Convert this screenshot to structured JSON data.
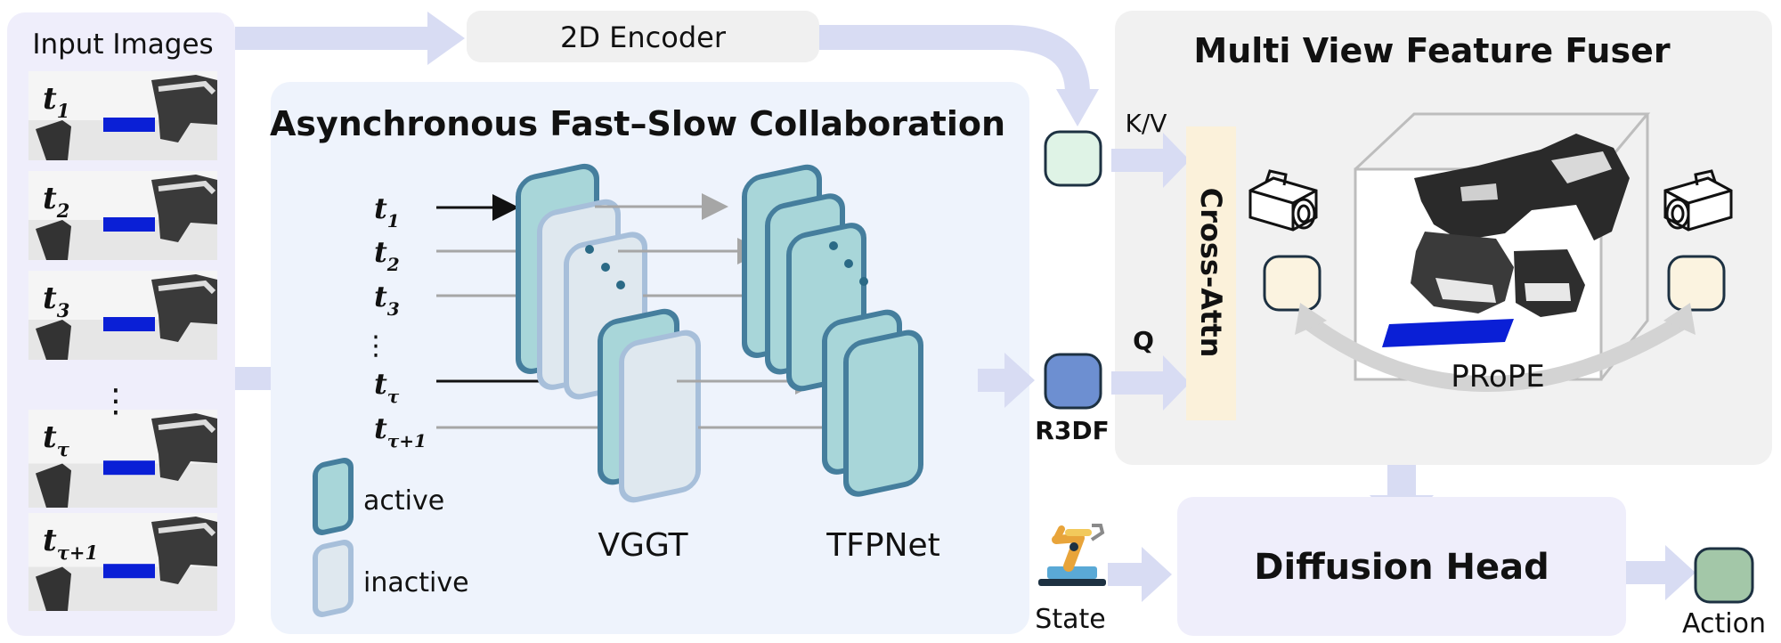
{
  "input_panel": {
    "title": "Input Images",
    "frames": [
      {
        "base": "t",
        "sub": "1"
      },
      {
        "base": "t",
        "sub": "2"
      },
      {
        "base": "t",
        "sub": "3"
      },
      {
        "base": "t",
        "sub": "τ"
      },
      {
        "base": "t",
        "sub": "τ+1"
      }
    ],
    "ellipsis": "⋮"
  },
  "encoder": {
    "label": "2D Encoder"
  },
  "async_panel": {
    "title": "Asynchronous Fast–Slow Collaboration",
    "time_labels": [
      {
        "base": "t",
        "sub": "1"
      },
      {
        "base": "t",
        "sub": "2"
      },
      {
        "base": "t",
        "sub": "3"
      },
      {
        "base": "t",
        "sub": "τ"
      },
      {
        "base": "t",
        "sub": "τ+1"
      }
    ],
    "ellipsis": "⋮",
    "vggt_label": "VGGT",
    "tfpnet_label": "TFPNet",
    "legend": {
      "active": "active",
      "inactive": "inactive"
    }
  },
  "r3df_label": "R3DF",
  "state_label": "State",
  "fuser": {
    "title": "Multi View Feature Fuser",
    "kv_label": "K/V",
    "q_label": "Q",
    "cross_attn": "Cross-Attn",
    "prope": "PRoPE"
  },
  "diffusion_head": "Diffusion Head",
  "action_label": "Action",
  "colors": {
    "panel_lavender": "#efeefb",
    "panel_blue": "#eef3fc",
    "fuser_gray": "#f1f1f1",
    "arrow_lavender": "#d8dcf3",
    "token_green": "#dff3e6",
    "token_blue": "#6d8fd1",
    "token_cream": "#fbf3e0",
    "token_action": "#a3c7a8",
    "cross_attn_bg": "#fbf1da",
    "active_fill": "#a8d6d9",
    "active_stroke": "#457e9d",
    "inactive_fill": "#dfe8ef",
    "inactive_stroke": "#a7bfda",
    "mat_blue": "#0a1fd6"
  }
}
